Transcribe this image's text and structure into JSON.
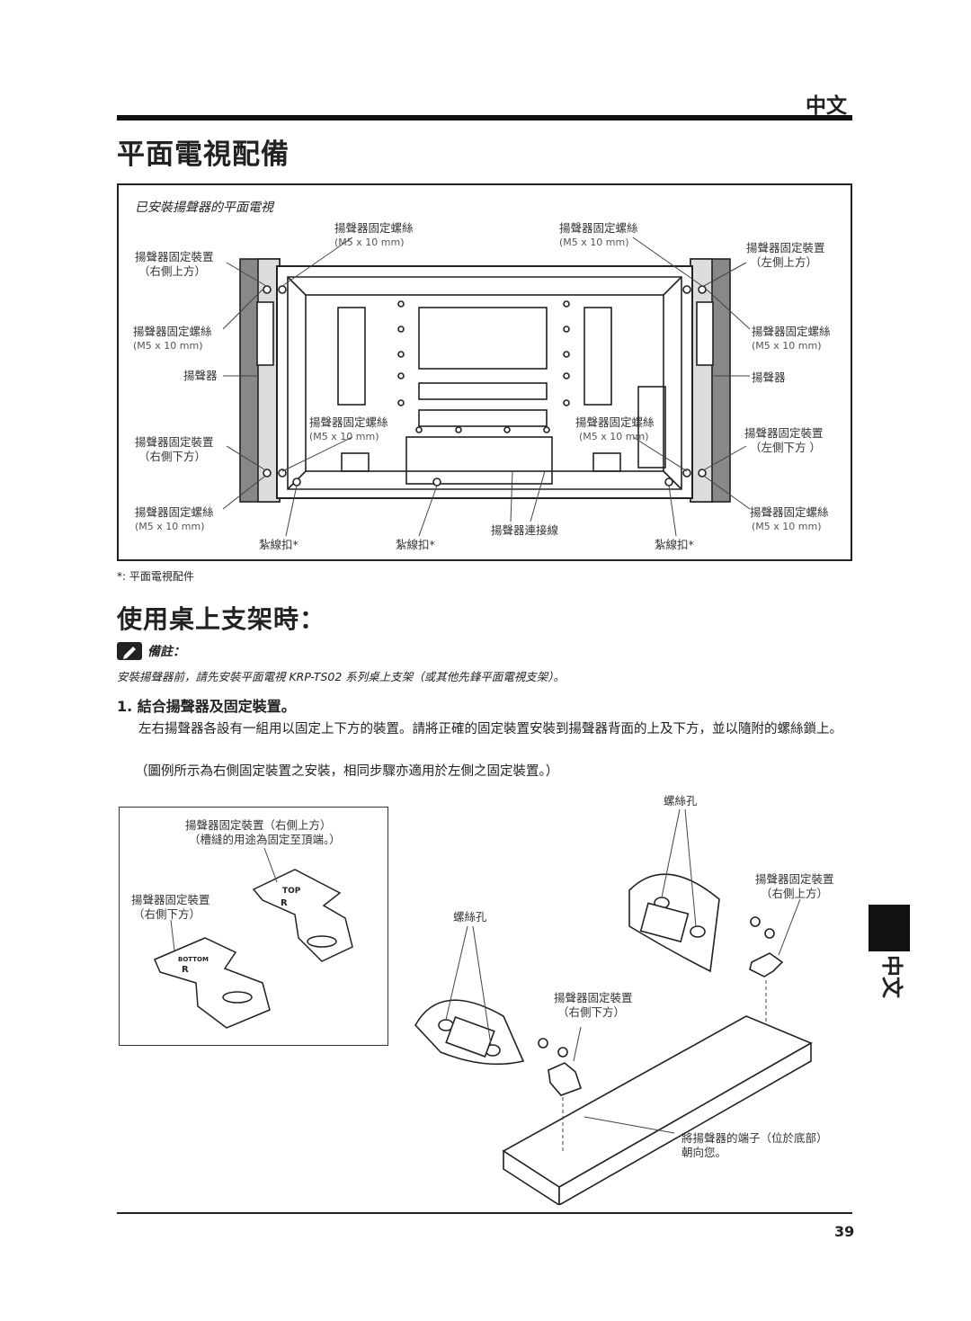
{
  "header": {
    "language": "中文",
    "title": "平面電視配備"
  },
  "figure1": {
    "caption": "已安裝揚聲器的平面電視",
    "labels": {
      "screw_top_center_left": "揚聲器固定螺絲",
      "screw_top_center_right": "揚聲器固定螺絲",
      "size": "(M5 x 10 mm)",
      "bracket_top_right_side": "揚聲器固定裝置",
      "right_upper": "（右側上方）",
      "bracket_top_left_side": "揚聲器固定裝置",
      "left_upper": "（左側上方）",
      "screw_left_mid": "揚聲器固定螺絲",
      "screw_right_mid": "揚聲器固定螺絲",
      "speaker_left": "揚聲器",
      "speaker_right": "揚聲器",
      "screw_center_low_left": "揚聲器固定螺絲",
      "screw_center_low_right": "揚聲器固定螺絲",
      "bracket_bottom_left": "揚聲器固定裝置",
      "right_lower": "（右側下方）",
      "bracket_bottom_right": "揚聲器固定裝置",
      "left_lower": "（左側下方 ）",
      "screw_bottom_left": "揚聲器固定螺絲",
      "screw_bottom_right": "揚聲器固定螺絲",
      "cable_tie_1": "紮線扣*",
      "cable_tie_2": "紮線扣*",
      "cable_tie_3": "紮線扣*",
      "speaker_cable": "揚聲器連接線"
    },
    "footnote": "*: 平面電視配件"
  },
  "section": {
    "title": "使用桌上支架時：",
    "note_label": "備註：",
    "note_text": "安裝揚聲器前，請先安裝平面電視 KRP-TS02 系列桌上支架（或其他先鋒平面電視支架）。",
    "step": "1. 結合揚聲器及固定裝置。",
    "paragraph": "左右揚聲器各設有一組用以固定上下方的裝置。請將正確的固定裝置安裝到揚聲器背面的上及下方，並以隨附的螺絲鎖上。",
    "paragraph2": "（圖例所示為右側固定裝置之安裝，相同步驟亦適用於左側之固定裝置。）"
  },
  "figure2": {
    "bracket_upper": "揚聲器固定裝置（右側上方）",
    "groove_note": "（槽縫的用途為固定至頂端。）",
    "bracket_lower": "揚聲器固定裝置",
    "right_lower": "（右側下方）",
    "top_marking": "TOP",
    "bottom_marking": "BOTTOM",
    "r_marking": "R"
  },
  "figure3": {
    "screw_hole_top": "螺絲孔",
    "screw_hole_left": "螺絲孔",
    "bracket_upper": "揚聲器固定裝置",
    "right_upper": "（右側上方）",
    "bracket_lower": "揚聲器固定裝置",
    "right_lower": "（右側下方）",
    "terminal_note": "將揚聲器的端子（位於底部）",
    "terminal_note2": "朝向您。"
  },
  "side_tab": "中文",
  "page_number": "39"
}
